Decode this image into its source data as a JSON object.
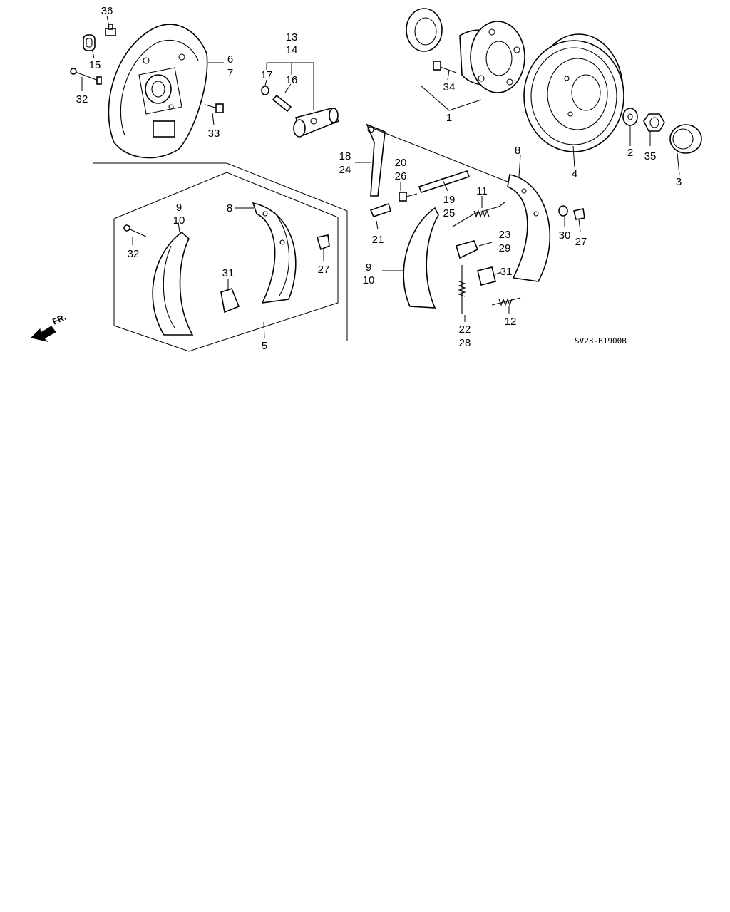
{
  "diagram_code": "SV23-B1900B",
  "front_indicator": "FR.",
  "callouts": {
    "c1": "1",
    "c2": "2",
    "c3": "3",
    "c4": "4",
    "c5": "5",
    "c6": "6",
    "c7": "7",
    "c8a": "8",
    "c8b": "8",
    "c9a": "9",
    "c10a": "10",
    "c9b": "9",
    "c10b": "10",
    "c11": "11",
    "c12": "12",
    "c13": "13",
    "c14": "14",
    "c15": "15",
    "c16": "16",
    "c17": "17",
    "c18": "18",
    "c19": "19",
    "c20": "20",
    "c21": "21",
    "c22": "22",
    "c23": "23",
    "c24": "24",
    "c25": "25",
    "c26": "26",
    "c27a": "27",
    "c27b": "27",
    "c28": "28",
    "c29": "29",
    "c30": "30",
    "c31a": "31",
    "c31b": "31",
    "c32a": "32",
    "c32b": "32",
    "c33": "33",
    "c34": "34",
    "c35": "35",
    "c36": "36"
  }
}
